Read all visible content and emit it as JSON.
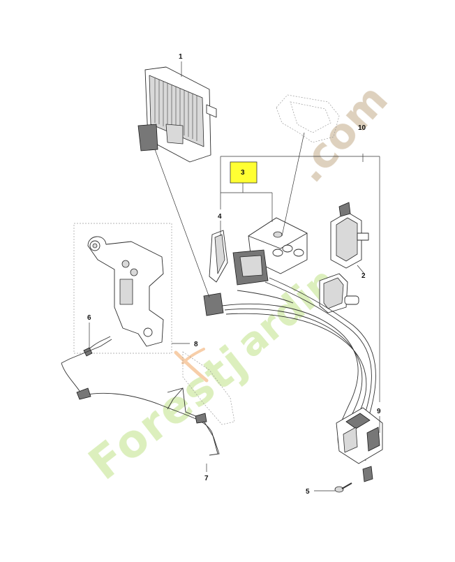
{
  "diagram": {
    "callouts": [
      {
        "id": "c1",
        "text": "1"
      },
      {
        "id": "c2",
        "text": "2"
      },
      {
        "id": "c3",
        "text": "3",
        "highlight": "#ffff33"
      },
      {
        "id": "c4",
        "text": "4"
      },
      {
        "id": "c5",
        "text": "5"
      },
      {
        "id": "c6",
        "text": "6"
      },
      {
        "id": "c7",
        "text": "7"
      },
      {
        "id": "c8",
        "text": "8"
      },
      {
        "id": "c9",
        "text": "9"
      },
      {
        "id": "c10",
        "text": "10"
      }
    ]
  },
  "watermark": {
    "brand": "Forestjardin",
    "domain": ".com",
    "colors": {
      "green": "#d6ecb2",
      "tan": "#d8c9b3",
      "orange": "#f6c69a"
    }
  }
}
